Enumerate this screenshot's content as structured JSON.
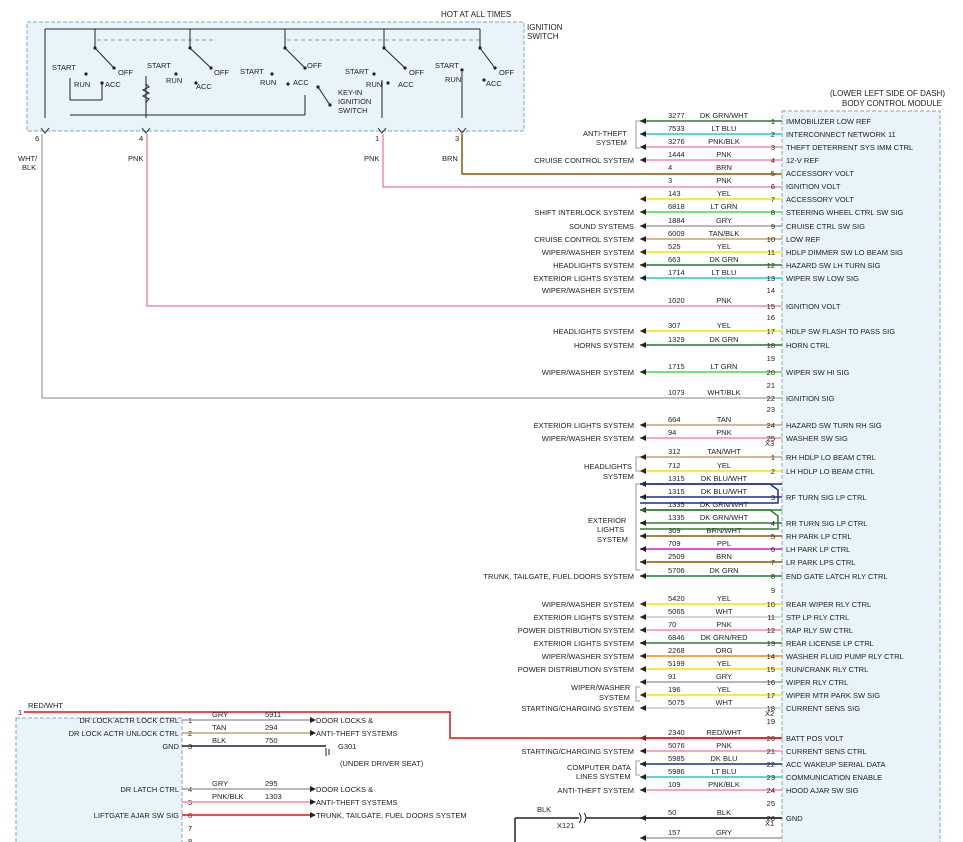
{
  "ignition": {
    "hot_label": "HOT AT ALL TIMES",
    "switch_label": [
      "IGNITION",
      "SWITCH"
    ],
    "key_in_label": [
      "KEY-IN",
      "IGNITION",
      "SWITCH"
    ],
    "groups": [
      {
        "start": "START",
        "run": "RUN",
        "off": "OFF",
        "acc": "ACC"
      },
      {
        "start": "START",
        "run": "RUN",
        "off": "OFF",
        "acc": "ACC"
      },
      {
        "start": "START",
        "run": "RUN",
        "off": "OFF",
        "acc": "ACC"
      },
      {
        "start": "START",
        "run": "RUN",
        "off": "OFF",
        "acc": "ACC"
      },
      {
        "start": "START",
        "run": "RUN",
        "off": "OFF",
        "acc": "ACC"
      }
    ],
    "pins": [
      {
        "pin": "6",
        "color": "WHT/",
        "color2": "BLK"
      },
      {
        "pin": "4",
        "color": "PNK",
        "color2": ""
      },
      {
        "pin": "1",
        "color": "PNK",
        "color2": ""
      },
      {
        "pin": "3",
        "color": "BRN",
        "color2": ""
      }
    ]
  },
  "bcm": {
    "location": "(LOWER LEFT SIDE OF DASH)",
    "name": "BODY CONTROL MODULE",
    "connectors": [
      "X3",
      "X2",
      "X1"
    ]
  },
  "group_labels": {
    "anti_theft": [
      "ANTI-THEFT",
      "SYSTEM"
    ],
    "headlights": [
      "HEADLIGHTS",
      "SYSTEM"
    ],
    "exterior": [
      "EXTERIOR",
      "LIGHTS",
      "SYSTEM"
    ],
    "computer_data": [
      "COMPUTER DATA",
      "LINES SYSTEM"
    ],
    "wiper_washer": [
      "WIPER/WASHER",
      "SYSTEM"
    ]
  },
  "wires": [
    {
      "circuit": "3277",
      "color": "DK GRN/WHT",
      "pin": "1",
      "bcm": "IMMOBILIZER LOW REF",
      "system": "",
      "hex": "#2e7d32"
    },
    {
      "circuit": "7533",
      "color": "LT BLU",
      "pin": "2",
      "bcm": "INTERCONNECT NETWORK 11",
      "system": "",
      "hex": "#22c6d6"
    },
    {
      "circuit": "3276",
      "color": "PNK/BLK",
      "pin": "3",
      "bcm": "THEFT DETERRENT SYS IMM CTRL",
      "system": "",
      "hex": "#f08aa8"
    },
    {
      "circuit": "1444",
      "color": "PNK",
      "pin": "4",
      "bcm": "12-V REF",
      "system": "CRUISE CONTROL SYSTEM",
      "hex": "#f08aa8"
    },
    {
      "circuit": "4",
      "color": "BRN",
      "pin": "5",
      "bcm": "ACCESSORY VOLT",
      "system": "",
      "hex": "#8a5a00"
    },
    {
      "circuit": "3",
      "color": "PNK",
      "pin": "6",
      "bcm": "IGNITION VOLT",
      "system": "",
      "hex": "#f08aa8"
    },
    {
      "circuit": "143",
      "color": "YEL",
      "pin": "7",
      "bcm": "ACCESSORY VOLT",
      "system": "",
      "hex": "#f2e600"
    },
    {
      "circuit": "6818",
      "color": "LT GRN",
      "pin": "8",
      "bcm": "STEERING WHEEL CTRL SW SIG",
      "system": "SHIFT INTERLOCK SYSTEM",
      "hex": "#4cd94c"
    },
    {
      "circuit": "1884",
      "color": "GRY",
      "pin": "9",
      "bcm": "CRUISE CTRL SW SIG",
      "system": "SOUND SYSTEMS",
      "hex": "#a0a0a0"
    },
    {
      "circuit": "6009",
      "color": "TAN/BLK",
      "pin": "10",
      "bcm": "LOW REF",
      "system": "CRUISE CONTROL SYSTEM",
      "hex": "#c7a06b"
    },
    {
      "circuit": "525",
      "color": "YEL",
      "pin": "11",
      "bcm": "HDLP DIMMER SW LO BEAM SIG",
      "system": "WIPER/WASHER SYSTEM",
      "hex": "#f2e600"
    },
    {
      "circuit": "663",
      "color": "DK GRN",
      "pin": "12",
      "bcm": "HAZARD SW LH TURN SIG",
      "system": "HEADLIGHTS SYSTEM",
      "hex": "#1f7a2a"
    },
    {
      "circuit": "1714",
      "color": "LT BLU",
      "pin": "13",
      "bcm": "WIPER SW LOW SIG",
      "system": "EXTERIOR LIGHTS SYSTEM",
      "hex": "#22c6d6"
    },
    {
      "circuit": "",
      "color": "",
      "pin": "14",
      "bcm": "",
      "system": "WIPER/WASHER SYSTEM",
      "hex": ""
    },
    {
      "circuit": "1020",
      "color": "PNK",
      "pin": "15",
      "bcm": "IGNITION VOLT",
      "system": "",
      "hex": "#f08aa8"
    },
    {
      "circuit": "",
      "color": "",
      "pin": "16",
      "bcm": "",
      "system": "",
      "hex": ""
    },
    {
      "circuit": "307",
      "color": "YEL",
      "pin": "17",
      "bcm": "HDLP SW FLASH TO PASS SIG",
      "system": "HEADLIGHTS SYSTEM",
      "hex": "#f2e600"
    },
    {
      "circuit": "1329",
      "color": "DK GRN",
      "pin": "18",
      "bcm": "HORN CTRL",
      "system": "HORNS SYSTEM",
      "hex": "#1f7a2a"
    },
    {
      "circuit": "",
      "color": "",
      "pin": "19",
      "bcm": "",
      "system": "",
      "hex": ""
    },
    {
      "circuit": "1715",
      "color": "LT GRN",
      "pin": "20",
      "bcm": "WIPER SW HI SIG",
      "system": "WIPER/WASHER SYSTEM",
      "hex": "#4cd94c"
    },
    {
      "circuit": "",
      "color": "",
      "pin": "21",
      "bcm": "",
      "system": "",
      "hex": ""
    },
    {
      "circuit": "1073",
      "color": "WHT/BLK",
      "pin": "22",
      "bcm": "IGNITION SIG",
      "system": "",
      "hex": "#b0b0b0"
    },
    {
      "circuit": "",
      "color": "",
      "pin": "23",
      "bcm": "",
      "system": "",
      "hex": ""
    },
    {
      "circuit": "664",
      "color": "TAN",
      "pin": "24",
      "bcm": "HAZARD SW TURN RH SIG",
      "system": "EXTERIOR LIGHTS SYSTEM",
      "hex": "#c7a06b"
    },
    {
      "circuit": "94",
      "color": "PNK",
      "pin": "25",
      "bcm": "WASHER SW SIG",
      "system": "WIPER/WASHER SYSTEM",
      "hex": "#f08aa8"
    },
    {
      "circuit": "312",
      "color": "TAN/WHT",
      "pin": "1",
      "bcm": "RH HDLP LO BEAM CTRL",
      "system": "",
      "hex": "#c7a06b"
    },
    {
      "circuit": "712",
      "color": "YEL",
      "pin": "2",
      "bcm": "LH HDLP LO BEAM CTRL",
      "system": "",
      "hex": "#f2e600"
    },
    {
      "circuit": "1315",
      "color": "DK BLU/WHT",
      "pin": "",
      "bcm": "",
      "system": "",
      "hex": "#1b2f8c"
    },
    {
      "circuit": "1315",
      "color": "DK BLU/WHT",
      "pin": "3",
      "bcm": "RF TURN SIG LP CTRL",
      "system": "",
      "hex": "#1b2f8c"
    },
    {
      "circuit": "1335",
      "color": "DK GRN/WHT",
      "pin": "",
      "bcm": "",
      "system": "",
      "hex": "#2e7d32"
    },
    {
      "circuit": "1335",
      "color": "DK GRN/WHT",
      "pin": "4",
      "bcm": "RR TURN SIG LP CTRL",
      "system": "",
      "hex": "#2e7d32"
    },
    {
      "circuit": "309",
      "color": "BRN/WHT",
      "pin": "5",
      "bcm": "RH PARK LP CTRL",
      "system": "",
      "hex": "#8a5a00"
    },
    {
      "circuit": "709",
      "color": "PPL",
      "pin": "6",
      "bcm": "LH PARK LP CTRL",
      "system": "",
      "hex": "#d21ad2"
    },
    {
      "circuit": "2509",
      "color": "BRN",
      "pin": "7",
      "bcm": "LR PARK LPS CTRL",
      "system": "",
      "hex": "#8a5a00"
    },
    {
      "circuit": "5706",
      "color": "DK GRN",
      "pin": "8",
      "bcm": "END GATE LATCH RLY CTRL",
      "system": "TRUNK, TAILGATE, FUEL DOORS SYSTEM",
      "hex": "#1f7a2a"
    },
    {
      "circuit": "",
      "color": "",
      "pin": "9",
      "bcm": "",
      "system": "",
      "hex": ""
    },
    {
      "circuit": "5420",
      "color": "YEL",
      "pin": "10",
      "bcm": "REAR WIPER RLY CTRL",
      "system": "WIPER/WASHER SYSTEM",
      "hex": "#f2e600"
    },
    {
      "circuit": "5065",
      "color": "WHT",
      "pin": "11",
      "bcm": "STP LP RLY CTRL",
      "system": "EXTERIOR LIGHTS SYSTEM",
      "hex": "#c8c8c8"
    },
    {
      "circuit": "70",
      "color": "PNK",
      "pin": "12",
      "bcm": "RAP RLY SW CTRL",
      "system": "POWER DISTRIBUTION SYSTEM",
      "hex": "#f08aa8"
    },
    {
      "circuit": "6846",
      "color": "DK GRN/RED",
      "pin": "13",
      "bcm": "REAR LICENSE LP CTRL",
      "system": "EXTERIOR LIGHTS SYSTEM",
      "hex": "#2e7d32"
    },
    {
      "circuit": "2268",
      "color": "ORG",
      "pin": "14",
      "bcm": "WASHER FLUID PUMP RLY CTRL",
      "system": "WIPER/WASHER SYSTEM",
      "hex": "#f08a00"
    },
    {
      "circuit": "5199",
      "color": "YEL",
      "pin": "15",
      "bcm": "RUN/CRANK RLY CTRL",
      "system": "POWER DISTRIBUTION SYSTEM",
      "hex": "#f2e600"
    },
    {
      "circuit": "91",
      "color": "GRY",
      "pin": "16",
      "bcm": "WIPER RLY CTRL",
      "system": "",
      "hex": "#a0a0a0"
    },
    {
      "circuit": "196",
      "color": "YEL",
      "pin": "17",
      "bcm": "WIPER MTR PARK SW SIG",
      "system": "",
      "hex": "#f2e600"
    },
    {
      "circuit": "5075",
      "color": "WHT",
      "pin": "18",
      "bcm": "CURRENT SENS SIG",
      "system": "STARTING/CHARGING SYSTEM",
      "hex": "#c8c8c8"
    },
    {
      "circuit": "",
      "color": "",
      "pin": "19",
      "bcm": "",
      "system": "",
      "hex": ""
    },
    {
      "circuit": "2340",
      "color": "RED/WHT",
      "pin": "20",
      "bcm": "BATT POS VOLT",
      "system": "",
      "hex": "#e01010"
    },
    {
      "circuit": "5076",
      "color": "PNK",
      "pin": "21",
      "bcm": "CURRENT SENS CTRL",
      "system": "STARTING/CHARGING SYSTEM",
      "hex": "#f08aa8"
    },
    {
      "circuit": "5985",
      "color": "DK BLU",
      "pin": "22",
      "bcm": "ACC WAKEUP SERIAL DATA",
      "system": "",
      "hex": "#1b2f8c"
    },
    {
      "circuit": "5986",
      "color": "LT BLU",
      "pin": "23",
      "bcm": "COMMUNICATION ENABLE",
      "system": "",
      "hex": "#22c6d6"
    },
    {
      "circuit": "109",
      "color": "PNK/BLK",
      "pin": "24",
      "bcm": "HOOD AJAR SW SIG",
      "system": "ANTI-THEFT SYSTEM",
      "hex": "#f08aa8"
    },
    {
      "circuit": "",
      "color": "",
      "pin": "25",
      "bcm": "",
      "system": "",
      "hex": ""
    },
    {
      "circuit": "50",
      "color": "BLK",
      "pin": "26",
      "bcm": "GND",
      "system": "",
      "hex": "#222222"
    },
    {
      "circuit": "157",
      "color": "GRY",
      "pin": "",
      "bcm": "",
      "system": "",
      "hex": "#a0a0a0"
    }
  ],
  "gnd_splice": {
    "color": "BLK",
    "connector": "X121"
  },
  "red_wht": {
    "pin": "1",
    "color": "RED/WHT"
  },
  "door_module": {
    "rows": [
      {
        "label": "DR LOCK ACTR LOCK CTRL",
        "pin": "1",
        "color": "GRY",
        "circuit": "5911",
        "dest": "DOOR LOCKS &"
      },
      {
        "label": "DR LOCK ACTR UNLOCK CTRL",
        "pin": "2",
        "color": "TAN",
        "circuit": "294",
        "dest": "ANTI-THEFT SYSTEMS"
      },
      {
        "label": "GND",
        "pin": "3",
        "color": "BLK",
        "circuit": "750",
        "dest": "G301"
      },
      {
        "label": "",
        "pin": "",
        "color": "",
        "circuit": "",
        "dest": "(UNDER DRIVER SEAT)"
      },
      {
        "label": "DR LATCH CTRL",
        "pin": "4",
        "color": "GRY",
        "circuit": "295",
        "dest": "DOOR LOCKS &"
      },
      {
        "label": "",
        "pin": "5",
        "color": "PNK/BLK",
        "circuit": "1303",
        "dest": "ANTI-THEFT SYSTEMS"
      },
      {
        "label": "LIFTGATE AJAR SW SIG",
        "pin": "6",
        "color": "",
        "circuit": "",
        "dest": "TRUNK, TAILGATE, FUEL DOORS SYSTEM"
      },
      {
        "label": "",
        "pin": "7",
        "color": "",
        "circuit": "",
        "dest": ""
      },
      {
        "label": "",
        "pin": "8",
        "color": "",
        "circuit": "",
        "dest": ""
      }
    ]
  },
  "colors": {
    "box_fill": "#e8f4fa",
    "box_stroke": "#8aa6b8",
    "pink": "#f08aa8",
    "brown": "#8a5a00",
    "gray": "#b0b0b0",
    "red": "#e01010"
  }
}
